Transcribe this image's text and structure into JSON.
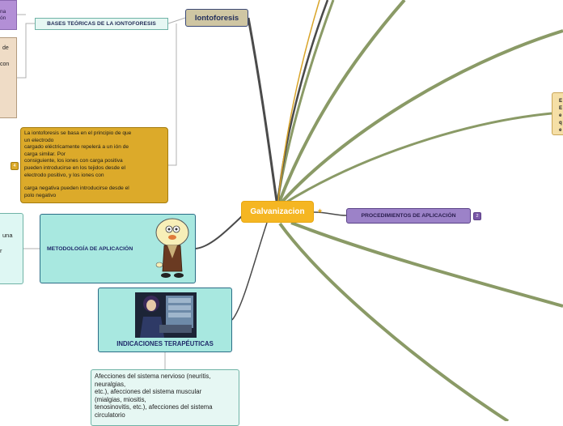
{
  "central": {
    "label": "Galvanizacion"
  },
  "iontoforesis": {
    "label": "Iontoforesis"
  },
  "bases": {
    "label": "BASES TEÓRICAS DE LA IONTOFORESIS"
  },
  "purple_top": {
    "lines": [
      "na",
      "ón"
    ]
  },
  "beige": {
    "lines": [
      "de",
      "con"
    ]
  },
  "gold_note": {
    "badge": "4",
    "lines": [
      "La iontoforesis se basa en el principio de que",
      "un electrodo",
      "cargado eléctricamente repelerá a un ión de",
      "carga similar. Por",
      "consiguiente, los iones con carga positiva",
      "pueden introducirse en los tejidos desde el",
      "electrodo positivo, y los iones con"
    ],
    "lines2": [
      "carga negativa pueden introducirse desde el",
      "polo negativo"
    ]
  },
  "procedimientos": {
    "label": "PROCEDIMIENTOS DE APLICACIÓN",
    "badge": "2"
  },
  "metodologia": {
    "label": "METODOLOGÍA DE APLICACIÓN"
  },
  "cyan_left": {
    "lines": [
      "una",
      "r"
    ]
  },
  "indicaciones": {
    "label": "INDICACIONES TERAPÉUTICAS"
  },
  "afecciones": {
    "lines": [
      "Afecciones del sistema nervioso (neuritis,",
      "neuralgias,",
      "etc.), afecciones del sistema muscular",
      "(mialgias, miositis,",
      "tenosinovitis, etc.), afecciones del sistema",
      "circulatorio"
    ]
  },
  "right_box": {
    "lines": [
      "E",
      "E",
      "e",
      "q",
      "e"
    ]
  },
  "colors": {
    "central": "#f5b622",
    "branch_dark": "#4a4a4a",
    "branch_olive": "#8a9a66",
    "gold": "#dcaa2a",
    "purple": "#9c82c8",
    "cyan": "#a8e8e0"
  }
}
